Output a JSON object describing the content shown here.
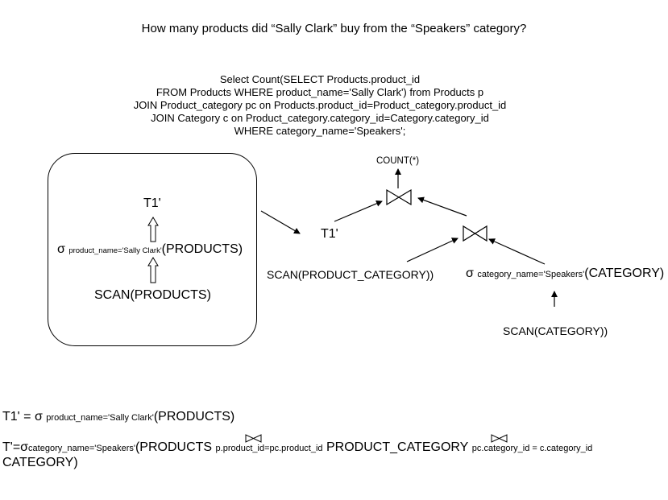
{
  "question": "How many products did “Sally Clark” buy from the “Speakers” category?",
  "sql": [
    "Select Count(SELECT Products.product_id",
    "FROM Products WHERE product_name='Sally Clark') from Products p",
    "JOIN Product_category pc on Products.product_id=Product_category.product_id",
    "JOIN Category  c on Product_category.category_id=Category.category_id",
    "WHERE category_name='Speakers';"
  ],
  "left_tree": {
    "top": "T1'",
    "sigma": "σ",
    "sigma_sub": "product_name='Sally Clark'",
    "sigma_rel": "(PRODUCTS)",
    "scan": "SCAN(PRODUCTS)"
  },
  "right_tree": {
    "count": "COUNT(*)",
    "t1": "T1'",
    "scan_pc": "SCAN(PRODUCT_CATEGORY))",
    "sigma": "σ",
    "sigma_sub": "category_name='Speakers'",
    "sigma_rel": "(CATEGORY)",
    "scan_cat": "SCAN(CATEGORY))"
  },
  "formulas": {
    "f1_lhs": "T1' = σ",
    "f1_sub": "product_name='Sally Clark'",
    "f1_rel": "(PRODUCTS)",
    "f2_lhs": "T'=σ",
    "f2_sub": "category_name='Speakers'",
    "f2_rel1": "(PRODUCTS",
    "f2_join1": "p.product_id=pc.product_id",
    "f2_rel2": "PRODUCT_CATEGORY",
    "f2_join2": "pc.category_id = c.category_id",
    "f2_rel3": "CATEGORY)"
  }
}
